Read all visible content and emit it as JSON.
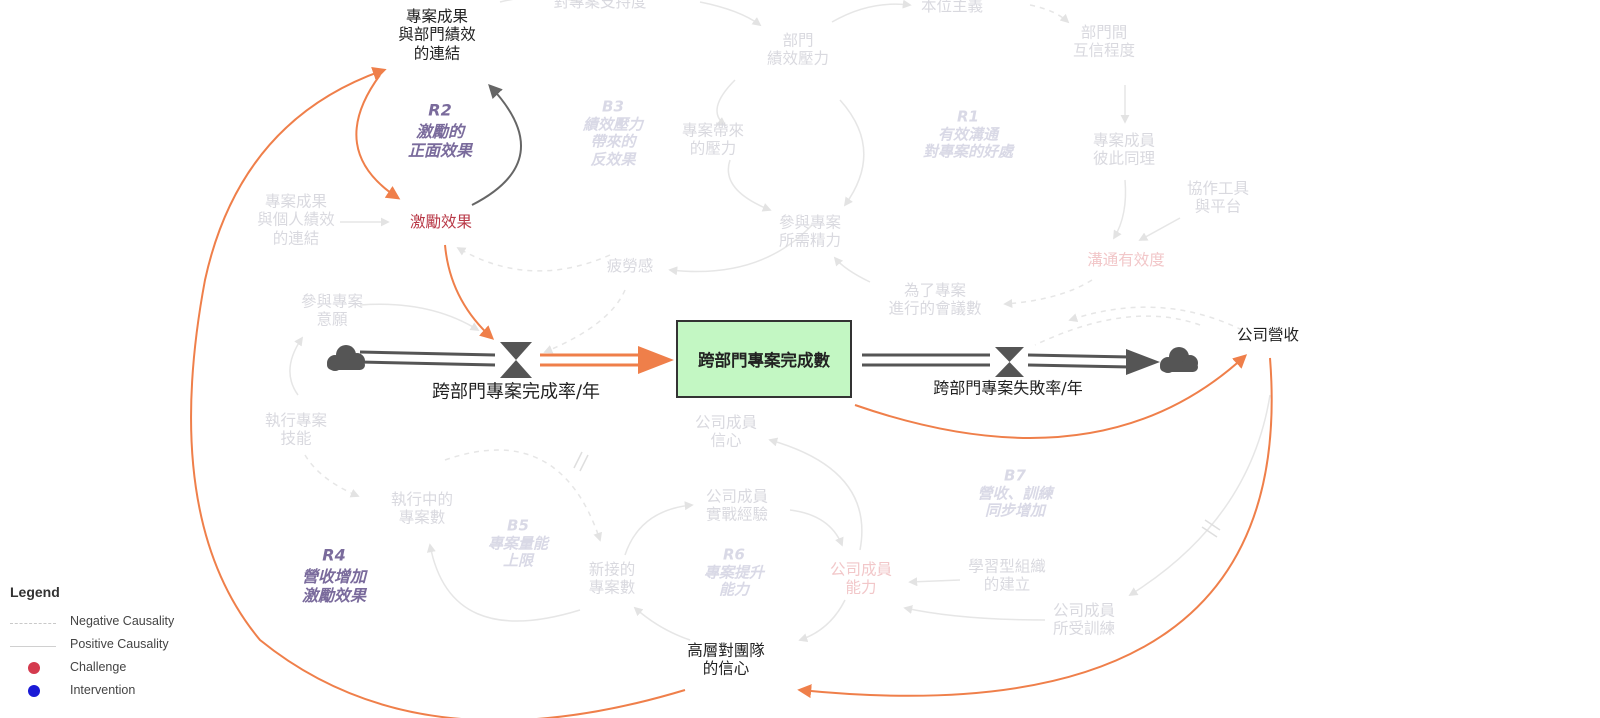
{
  "colors": {
    "active_link": "#ef7f4a",
    "neutral_link": "#666666",
    "faded_link": "#e3e3e3",
    "stock_fill": "#c3f7c3",
    "loop_label": "#7a6b9c",
    "challenge": "#d43a4e",
    "intervention": "#1a1ad6"
  },
  "icons": {
    "source_cloud": "cloud-icon",
    "sink_cloud": "cloud-icon",
    "inflow_valve": "valve-icon",
    "outflow_valve": "valve-icon"
  },
  "variables": {
    "project_perf_link": "專案成果\n與部門績效\n的連結",
    "incentive_effect": "激勵效果",
    "completion_rate": "跨部門專案完成率/年",
    "stock": "跨部門專案完成數",
    "failure_rate": "跨部門專案失敗率/年",
    "revenue": "公司營收",
    "exec_confidence": "高層對團隊\n的信心"
  },
  "faded_variables": {
    "top_partial": "對專案支持度",
    "self_interest": "本位主義",
    "dept_pressure": "部門\n績效壓力",
    "dept_trust": "部門間\n互信程度",
    "project_stress": "專案帶來\n的壓力",
    "member_empathy": "專案成員\n彼此同理",
    "collab_tools": "協作工具\n與平台",
    "personal_perf_link": "專案成果\n與個人績效\n的連結",
    "effort_needed": "參與專案\n所需精力",
    "fatigue": "疲勞感",
    "comm_effectiveness": "溝通有效度",
    "willingness": "參與專案\n意願",
    "meetings": "為了專案\n進行的會議數",
    "exec_skill": "執行專案\n技能",
    "member_confidence": "公司成員\n信心",
    "ongoing_projects": "執行中的\n專案數",
    "practical_exp": "公司成員\n實戰經驗",
    "new_projects": "新接的\n專案數",
    "member_ability": "公司成員\n能力",
    "learning_org": "學習型組織\n的建立",
    "member_training": "公司成員\n所受訓練"
  },
  "loops": {
    "r2_id": "R2",
    "r2_text": "激勵的\n正面效果",
    "r4_id": "R4",
    "r4_text": "營收增加\n激勵效果"
  },
  "faded_loops": {
    "b3": "B3\n績效壓力\n帶來的\n反效果",
    "r1": "R1\n有效溝通\n對專案的好處",
    "b7": "B7\n營收、訓練\n同步增加",
    "b5": "B5\n專案量能\n上限",
    "r6": "R6\n專案提升\n能力"
  },
  "legend": {
    "title": "Legend",
    "negative": "Negative Causality",
    "positive": "Positive Causality",
    "challenge": "Challenge",
    "intervention": "Intervention"
  }
}
